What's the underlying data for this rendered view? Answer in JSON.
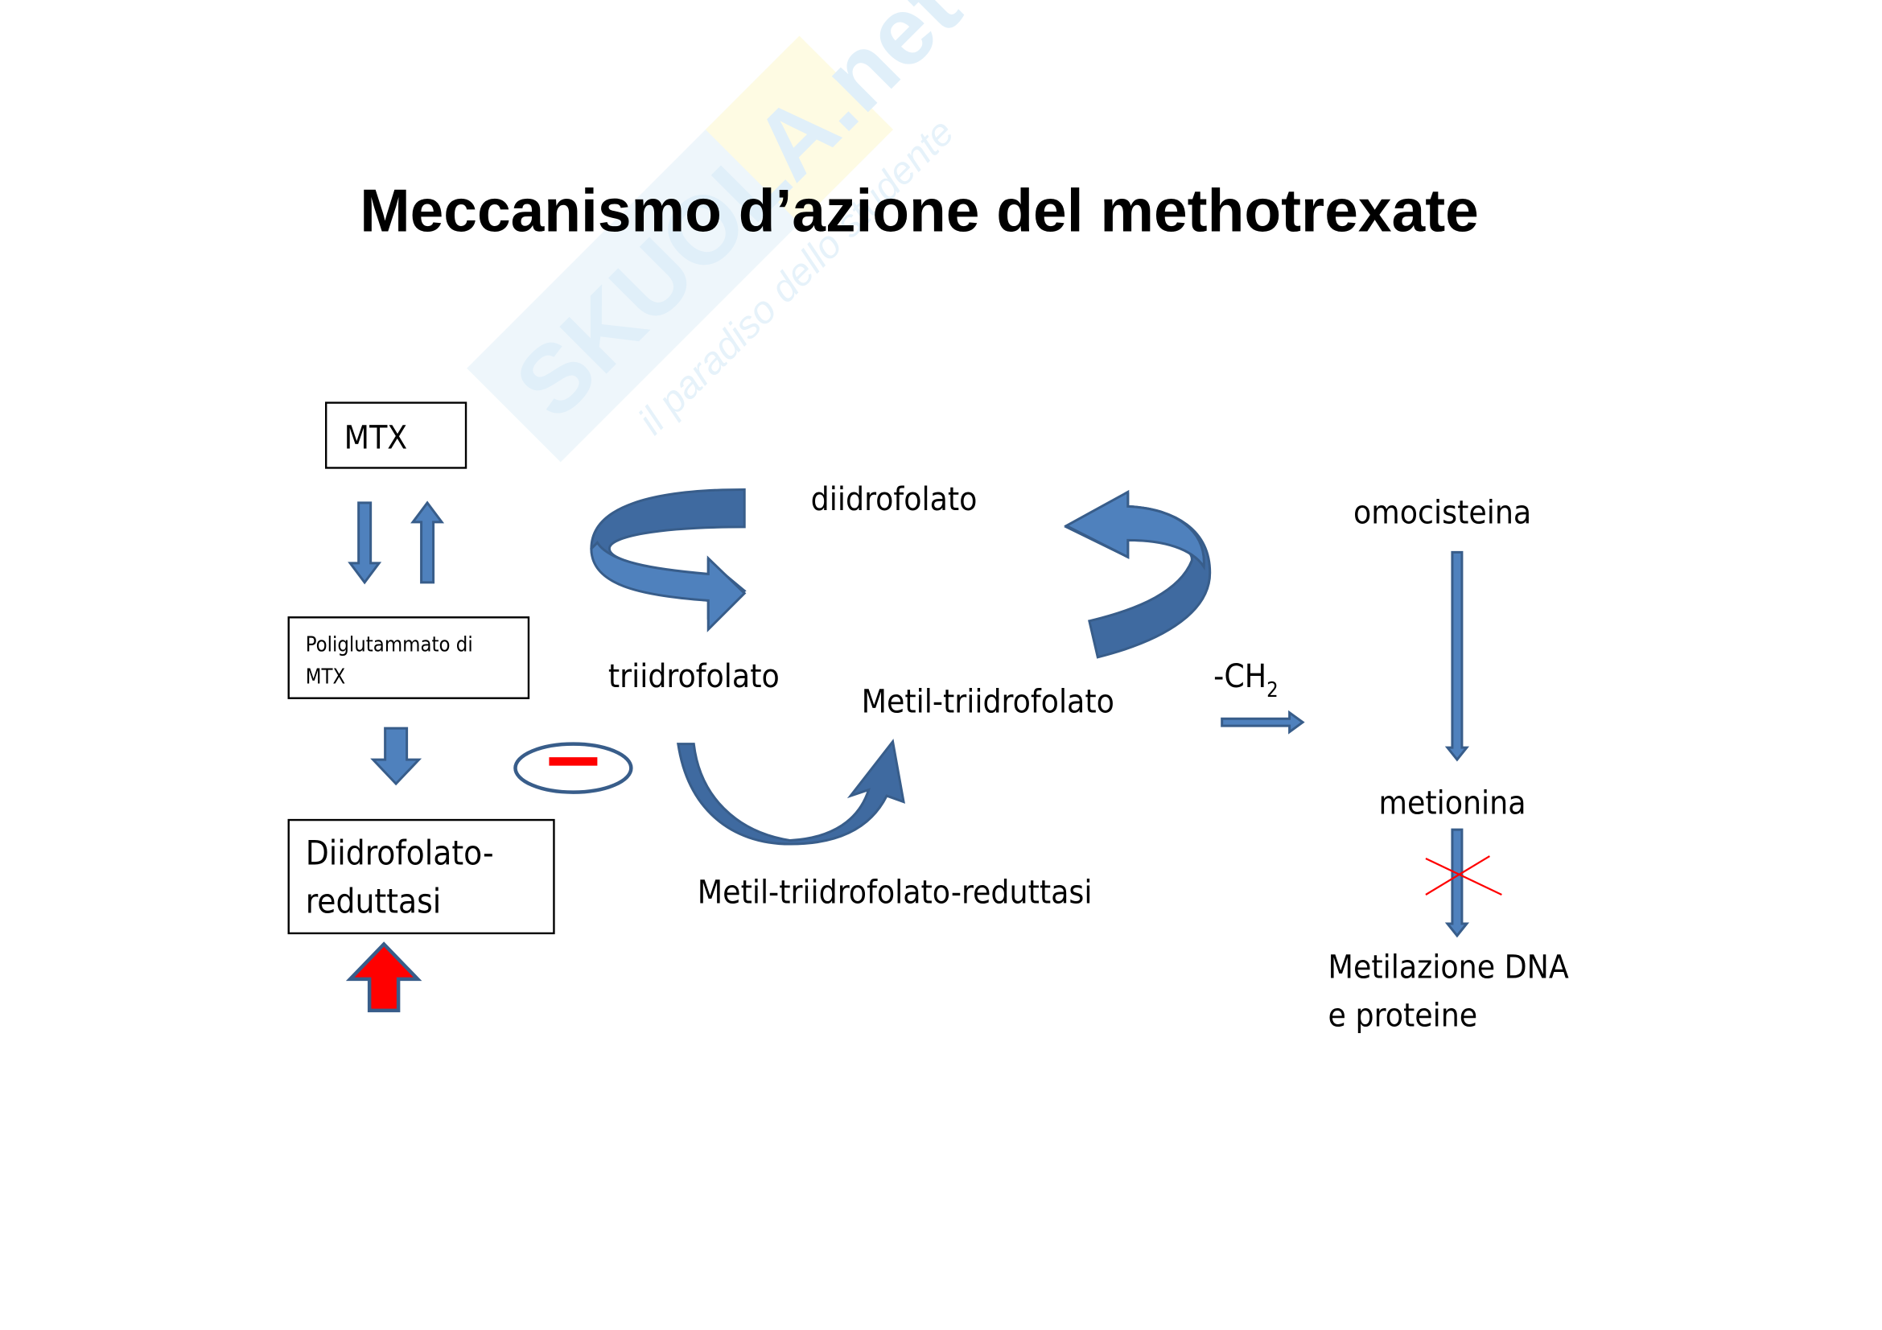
{
  "title": "Meccanismo d’azione del methotrexate",
  "watermark": {
    "brand": "SKUOLA.net",
    "tagline": "il paradiso dello studente"
  },
  "nodes": {
    "mtx": "MTX",
    "poliglutammato": [
      "Poliglutammato di",
      "MTX"
    ],
    "dhfr": [
      "Diidrofolato-",
      "reduttasi"
    ],
    "diidrofolato": "diidrofolato",
    "triidrofolato": "triidrofolato",
    "metil_triidrofolato": "Metil-triidrofolato",
    "mthfr": "Metil-triidrofolato-reduttasi",
    "ch2": "-CH",
    "ch2_sub": "2",
    "omocisteina": "omocisteina",
    "metionina": "metionina",
    "metilazione": [
      "Metilazione DNA",
      "e proteine"
    ],
    "inhibition_symbol": "−"
  },
  "colors": {
    "arrow": "#4f81bd",
    "arrow_stroke": "#385d8a",
    "red": "#ff0000"
  }
}
